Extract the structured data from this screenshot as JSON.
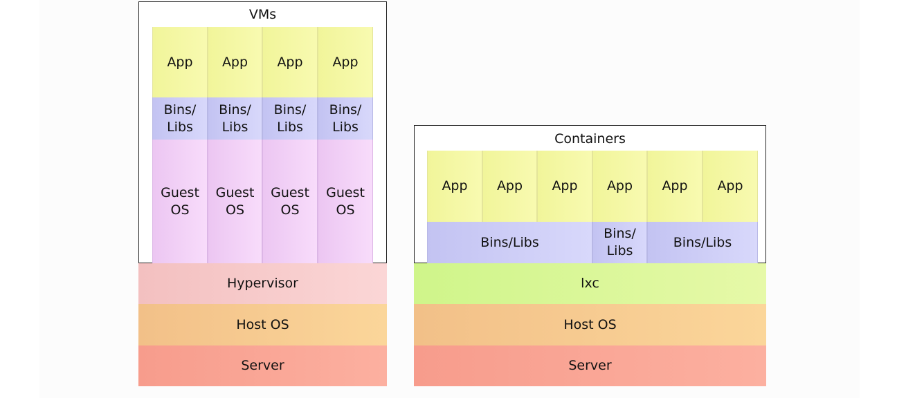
{
  "vms": {
    "title": "VMs",
    "apps": [
      "App",
      "App",
      "App",
      "App"
    ],
    "bins": [
      "Bins/\nLibs",
      "Bins/\nLibs",
      "Bins/\nLibs",
      "Bins/\nLibs"
    ],
    "guest_os": [
      "Guest\nOS",
      "Guest\nOS",
      "Guest\nOS",
      "Guest\nOS"
    ],
    "hypervisor": "Hypervisor",
    "host_os": "Host OS",
    "server": "Server"
  },
  "containers": {
    "title": "Containers",
    "apps": [
      "App",
      "App",
      "App",
      "App",
      "App",
      "App"
    ],
    "bins_left": "Bins/Libs",
    "bins_middle": "Bins/\nLibs",
    "bins_right": "Bins/Libs",
    "lxc": "lxc",
    "host_os": "Host OS",
    "server": "Server"
  }
}
